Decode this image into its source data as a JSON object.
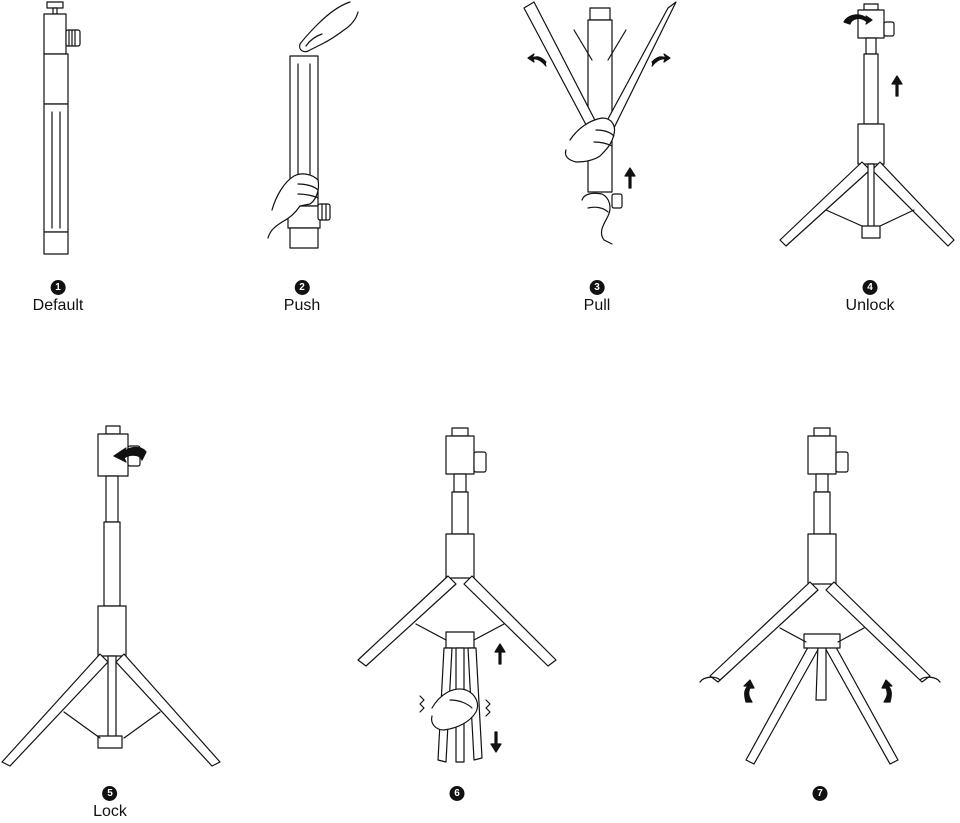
{
  "steps": [
    {
      "number": "1",
      "label": "Default"
    },
    {
      "number": "2",
      "label": "Push"
    },
    {
      "number": "3",
      "label": "Pull"
    },
    {
      "number": "4",
      "label": "Unlock"
    },
    {
      "number": "5",
      "label": "Lock"
    },
    {
      "number": "6",
      "label": ""
    },
    {
      "number": "7",
      "label": ""
    }
  ],
  "icons": {
    "step1": "folded-tripod-illustration",
    "step2": "push-button-hand-illustration",
    "step3": "pull-legs-apart-illustration",
    "step4": "unlock-knob-extend-illustration",
    "step5": "lock-knob-illustration",
    "step6": "legs-sliding-adjustment-illustration",
    "step7": "tripod-legs-spread-illustration"
  },
  "colors": {
    "line": "#111111",
    "background": "#ffffff"
  }
}
